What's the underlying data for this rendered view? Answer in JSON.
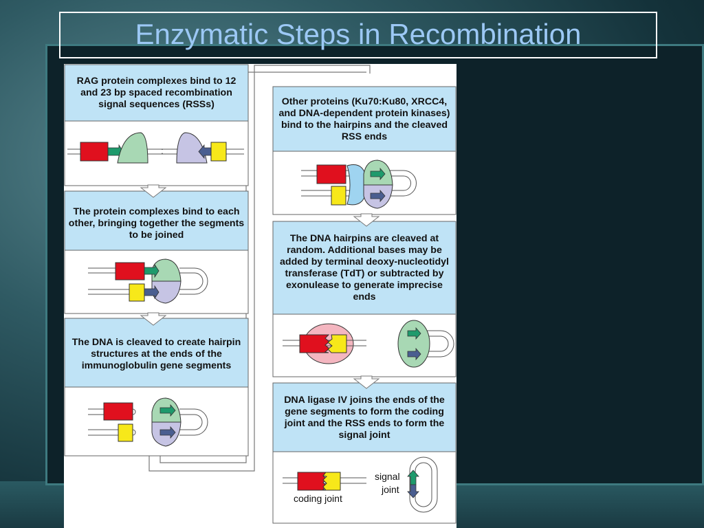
{
  "slide": {
    "title": "Enzymatic Steps in Recombination"
  },
  "steps": [
    {
      "id": "step1",
      "text": "RAG protein complexes bind to 12 and 23 bp spaced recombination signal sequences (RSSs)"
    },
    {
      "id": "step2",
      "text": "The protein complexes bind to each other, bringing together the segments to be joined"
    },
    {
      "id": "step3",
      "text": "The DNA is cleaved to create hairpin structures at the ends of the immunoglobulin gene segments"
    },
    {
      "id": "step4",
      "text": "Other proteins (Ku70:Ku80, XRCC4, and DNA-dependent protein kinases) bind to the hairpins and the cleaved RSS ends"
    },
    {
      "id": "step5",
      "text": "The DNA hairpins are cleaved at random. Additional bases may be added by terminal deoxy-nucleotidyl transferase (TdT) or subtracted by exonulease to generate imprecise ends"
    },
    {
      "id": "step6",
      "text": "DNA ligase IV joins the ends of the gene segments to form the coding joint and the RSS ends to form the signal joint"
    }
  ],
  "labels": {
    "signal_joint_line1": "signal",
    "signal_joint_line2": "joint",
    "coding_joint": "coding joint"
  },
  "colors": {
    "header_bg": "#bfe3f6",
    "red_segment": "#e0101e",
    "yellow_segment": "#f7e81a",
    "green_protein": "#a8d8b4",
    "lavender_protein": "#c6c4e4",
    "blue_protein": "#9fd4f0",
    "pink_protein": "#f4b6c0",
    "green_arrow": "#1e9a6c",
    "blue_arrow": "#4a5e90",
    "title_text": "#9cc8f5"
  }
}
